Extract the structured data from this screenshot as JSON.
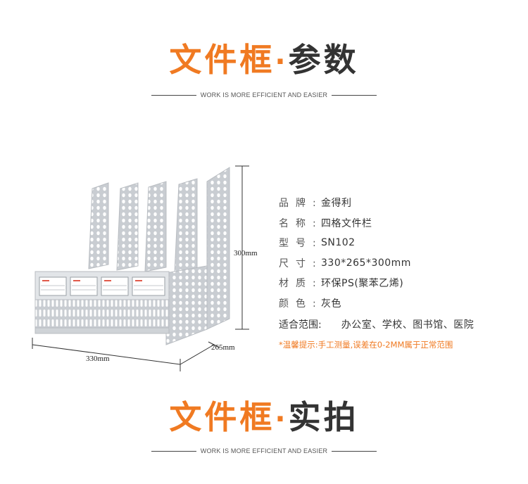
{
  "section1": {
    "title_orange": "文件框",
    "dot": "·",
    "title_dark": "参数",
    "tagline": "WORK IS MORE EFFICIENT AND EASIER"
  },
  "dimensions": {
    "height": "300mm",
    "depth": "265mm",
    "width": "330mm"
  },
  "specs": [
    {
      "key": "品牌:",
      "value": "金得利"
    },
    {
      "key": "名称:",
      "value": "四格文件栏"
    },
    {
      "key": "型号:",
      "value": "SN102"
    },
    {
      "key": "尺寸:",
      "value": "330*265*300mm"
    },
    {
      "key": "材质:",
      "value": "环保PS(聚苯乙烯)"
    },
    {
      "key": "颜色:",
      "value": "灰色"
    }
  ],
  "usage": {
    "key": "适合范围:",
    "value": "办公室、学校、图书馆、医院"
  },
  "note": "*温馨提示:手工测量,误差在0-2MM属于正常范围",
  "section2": {
    "title_orange": "文件框",
    "dot": "·",
    "title_dark": "实拍",
    "tagline": "WORK IS MORE EFFICIENT AND EASIER"
  },
  "colors": {
    "accent": "#f07a22",
    "text": "#333333",
    "product_gray": "#d4d8dc"
  }
}
